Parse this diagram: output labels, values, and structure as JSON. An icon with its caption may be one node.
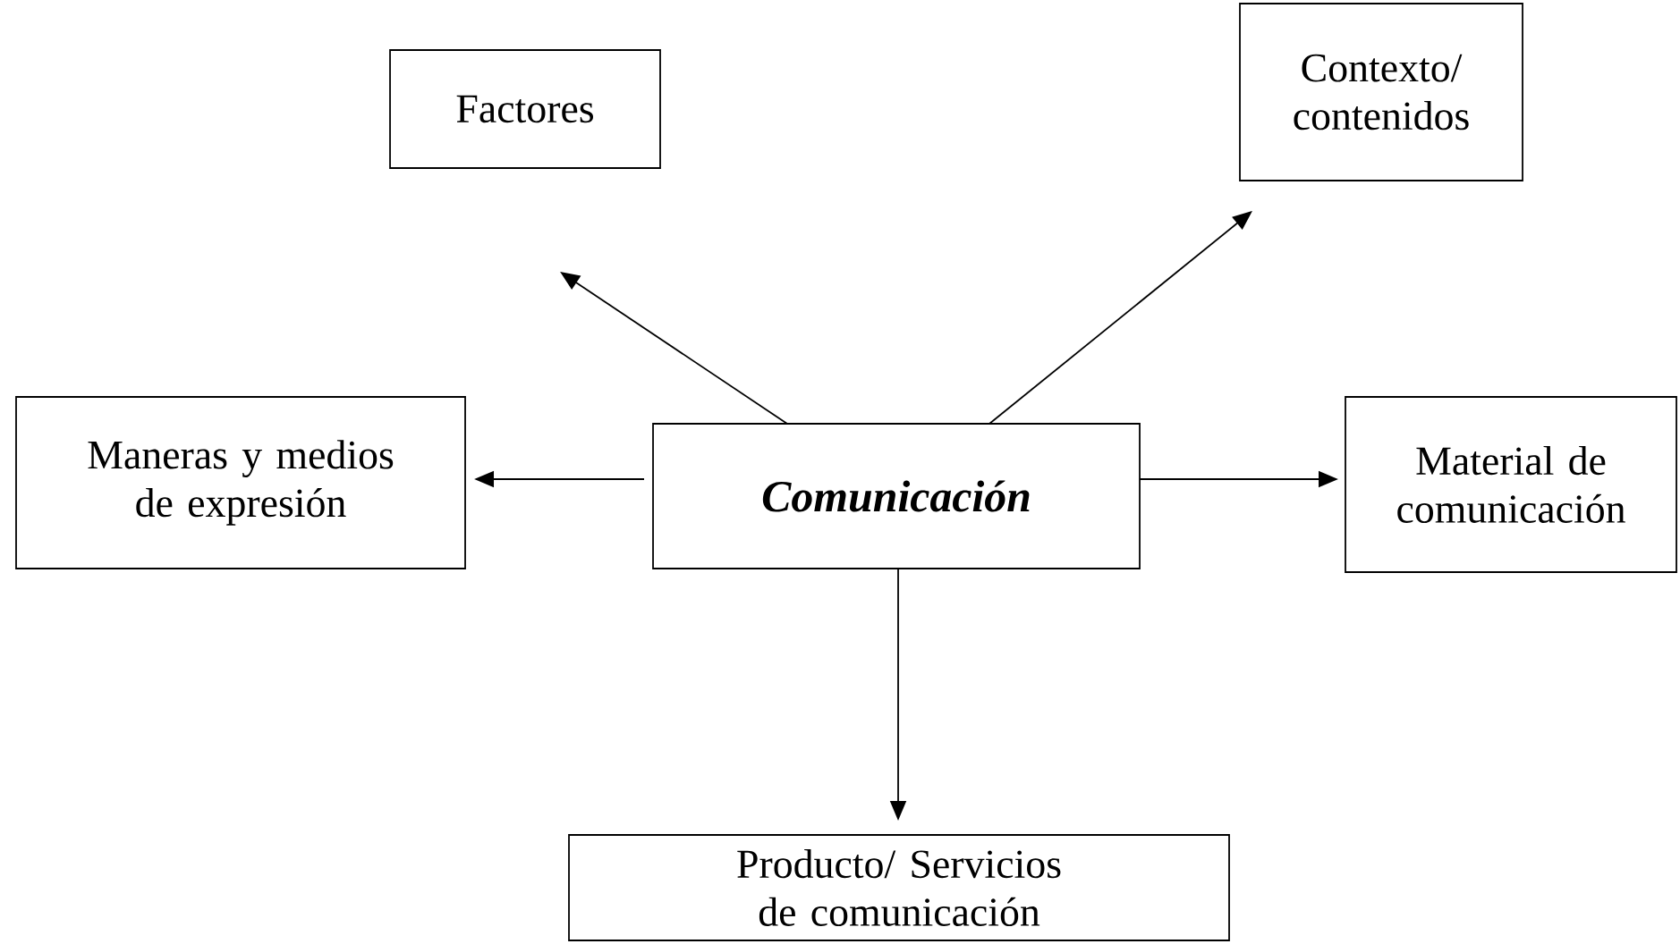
{
  "diagram": {
    "nodes": [
      {
        "text": [
          "Comunicación"
        ]
      },
      {
        "text": [
          "Factores"
        ]
      },
      {
        "text": [
          "Contexto/ contenidos"
        ]
      },
      {
        "text": [
          "Maneras y medios de expresión"
        ]
      },
      {
        "text": [
          "Material de comunicación"
        ]
      },
      {
        "text": [
          "Producto/ Servicios de comunicación"
        ]
      }
    ],
    "edges": [
      {
        "from": 0,
        "to": 1,
        "arrow": "to"
      },
      {
        "from": 0,
        "to": 2,
        "arrow": "to"
      },
      {
        "from": 0,
        "to": 3,
        "arrow": "to"
      },
      {
        "from": 0,
        "to": 4,
        "arrow": "to"
      },
      {
        "from": 0,
        "to": 5,
        "arrow": "to"
      }
    ]
  }
}
